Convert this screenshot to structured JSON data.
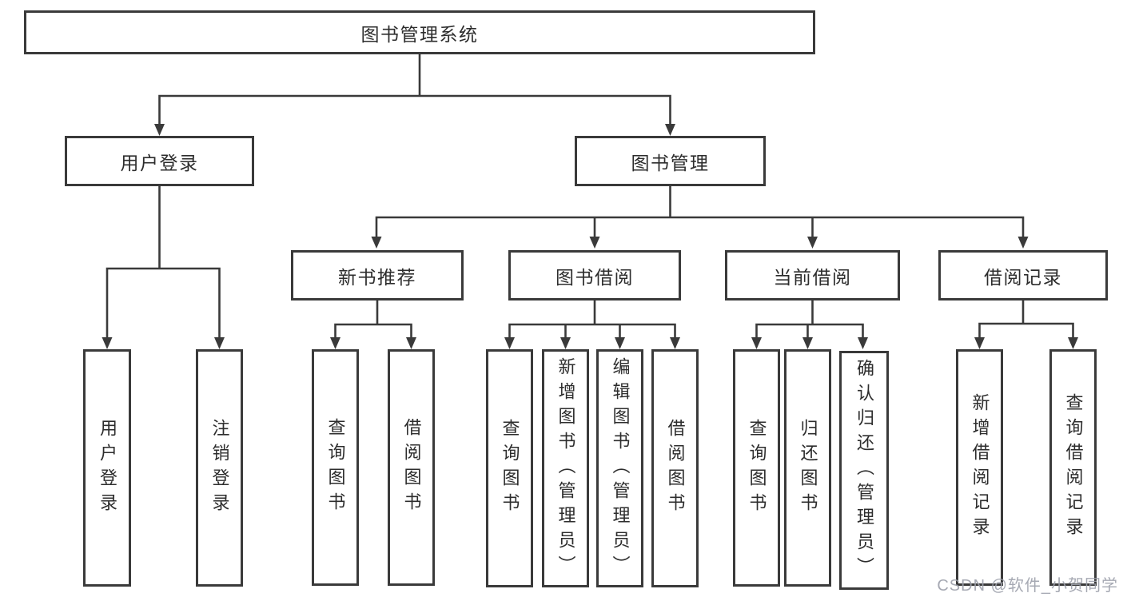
{
  "tree": {
    "root": {
      "label": "图书管理系统"
    },
    "branches": [
      {
        "label": "用户登录",
        "children": [
          {
            "label": "用户登录"
          },
          {
            "label": "注销登录"
          }
        ]
      },
      {
        "label": "图书管理",
        "children": [
          {
            "label": "新书推荐",
            "children": [
              {
                "label": "查询图书"
              },
              {
                "label": "借阅图书"
              }
            ]
          },
          {
            "label": "图书借阅",
            "children": [
              {
                "label": "查询图书"
              },
              {
                "label": "新增图书（管理员）"
              },
              {
                "label": "编辑图书（管理员）"
              },
              {
                "label": "借阅图书"
              }
            ]
          },
          {
            "label": "当前借阅",
            "children": [
              {
                "label": "查询图书"
              },
              {
                "label": "归还图书"
              },
              {
                "label": "确认归还（管理员）"
              }
            ]
          },
          {
            "label": "借阅记录",
            "children": [
              {
                "label": "新增借阅记录"
              },
              {
                "label": "查询借阅记录"
              }
            ]
          }
        ]
      }
    ]
  },
  "watermark": "CSDN @软件_小贺同学",
  "colors": {
    "line": "#3a3a3a",
    "box_border": "#3a3a3a",
    "text": "#2d2d2d",
    "watermark": "#9da0ab",
    "background": "#ffffff"
  }
}
